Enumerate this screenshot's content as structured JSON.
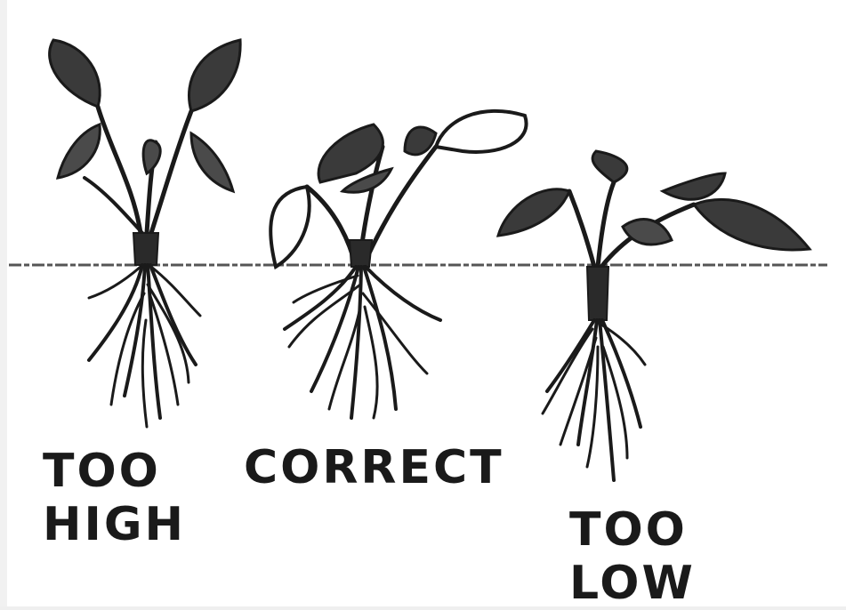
{
  "labels": {
    "too_high": "TOO\nHIGH",
    "correct": "CORRECT",
    "too_low": "TOO\nLOW"
  },
  "colors": {
    "ink": "#1a1a1a",
    "paper": "#ffffff",
    "ground_line": "#555555"
  }
}
